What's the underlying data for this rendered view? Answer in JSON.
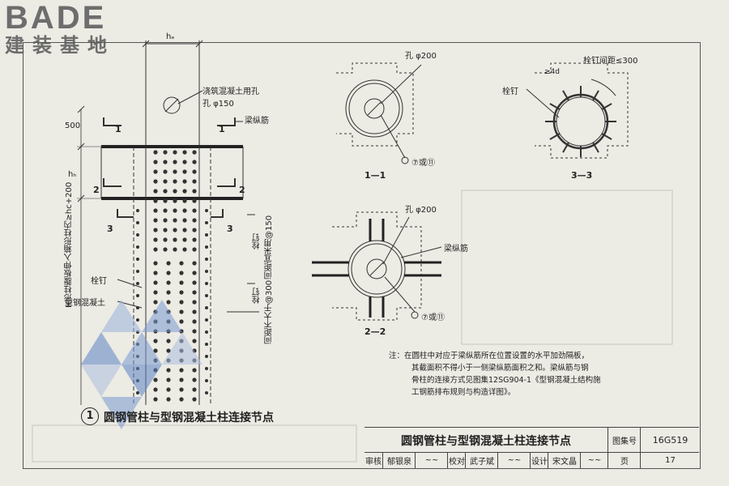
{
  "brand": {
    "logo_text": "BADE",
    "logo_subtitle": "建装基地"
  },
  "drawing": {
    "dim_hc": "hₑ",
    "pour_hole_label": "浇筑混凝土用孔",
    "pour_hole_size": "孔 φ150",
    "beam_bar_label": "梁纵筋",
    "dim_500": "500",
    "dim_hb": "hₕ",
    "sec1": "1",
    "sec2": "2",
    "sec3": "3",
    "h_column_note": "H形柱腹板伸入箱形柱内≥hc+200",
    "stud_label": "栓钉",
    "src_label": "型钢混凝土",
    "stud_spacing_a": "栓钉",
    "stud_spacing_a2": "间距宜采用@150",
    "stud_spacing_b": "栓钉",
    "stud_spacing_b2": "间距不大于@300"
  },
  "section_1_1": {
    "hole": "孔 φ200",
    "ref": "⑦或⑪",
    "label": "1—1"
  },
  "section_3_3": {
    "stud_spacing": "栓钉间距≤300",
    "min_4d": "≥4d",
    "stud": "栓钉",
    "label": "3—3"
  },
  "section_2_2": {
    "hole": "孔 φ200",
    "beam_bar": "梁纵筋",
    "ref": "⑦或⑪",
    "label": "2—2"
  },
  "note": {
    "lines": [
      "注：在圆柱中对应于梁纵筋所在位置设置的水平加劲隔板，",
      "其截面积不得小于一侧梁纵筋面积之和。梁纵筋与钢",
      "骨柱的连接方式见图集12SG904-1《型钢混凝土结构施",
      "工钢筋排布规则与构造详图》。"
    ]
  },
  "detail_title": {
    "number": "1",
    "text": "圆钢管柱与型钢混凝土柱连接节点"
  },
  "title_block": {
    "title": "圆钢管柱与型钢混凝土柱连接节点",
    "atlas_no_label": "图集号",
    "atlas_no": "16G519",
    "review_label": "审核",
    "review_name": "郁银泉",
    "check_label": "校对",
    "check_name": "武子斌",
    "design_label": "设计",
    "design_name": "宋文晶",
    "page_label": "页",
    "page_no": "17"
  }
}
